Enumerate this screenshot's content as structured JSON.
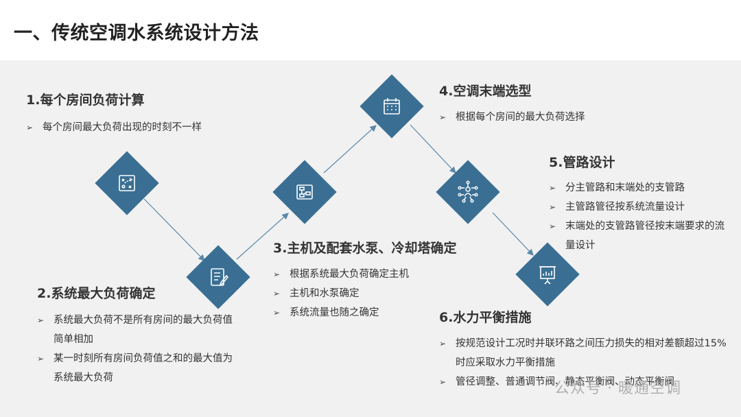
{
  "title": "一、传统空调水系统设计方法",
  "steps": [
    {
      "heading": "1.每个房间负荷计算",
      "bullets": [
        "每个房间最大负荷出现的时刻不一样"
      ]
    },
    {
      "heading": "2.系统最大负荷确定",
      "bullets": [
        "系统最大负荷不是所有房间的最大负荷值简单相加",
        "某一时刻所有房间负荷值之和的最大值为系统最大负荷"
      ]
    },
    {
      "heading": "3.主机及配套水泵、冷却塔确定",
      "bullets": [
        "根据系统最大负荷确定主机",
        "主机和水泵确定",
        "系统流量也随之确定"
      ]
    },
    {
      "heading": "4.空调末端选型",
      "bullets": [
        "根据每个房间的最大负荷选择"
      ]
    },
    {
      "heading": "5.管路设计",
      "bullets": [
        "分主管路和末端处的支管路",
        "主管路管径按系统流量设计",
        "末端处的支管路管径按末端要求的流量设计"
      ]
    },
    {
      "heading": "6.水力平衡措施",
      "bullets": [
        "按规范设计工况时并联环路之间压力损失的相对差额超过15%时应采取水力平衡措施",
        "管径调整、普通调节阀、静态平衡阀、动态平衡阀"
      ]
    }
  ],
  "icons": [
    "strategy-board-icon",
    "checklist-icon",
    "flowchart-icon",
    "calendar-icon",
    "network-hub-icon",
    "presentation-board-icon"
  ],
  "colors": {
    "accent": "#3a6f93",
    "panel": "#f1f1f1",
    "title": "#222222"
  },
  "watermark": "公众号 · 暖通空调"
}
